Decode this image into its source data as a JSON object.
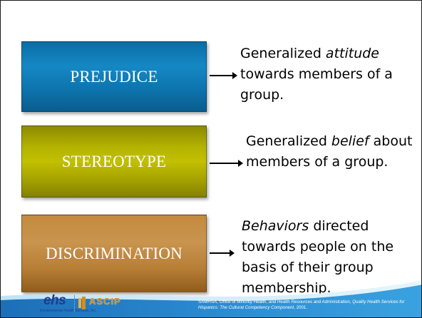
{
  "boxes": [
    {
      "label": "PREJUDICE"
    },
    {
      "label": "STEREOTYPE"
    },
    {
      "label": "DISCRIMINATION"
    }
  ],
  "descriptions": [
    {
      "lead": "Generalized ",
      "em": "attitude",
      "rest": " towards members of a group."
    },
    {
      "lead": "Generalized ",
      "em": "belief",
      "rest": " about members of a group."
    },
    {
      "lead": "",
      "em": "Behaviors",
      "rest": " directed towards people on the basis of their group membership."
    }
  ],
  "footer": {
    "logo_ehs": "ehs",
    "logo_ehs_sub": "Environmental Health Services, Inc.",
    "logo_ascip": "ASCIP",
    "citation_plain": "SAMHSA, Office of Minority Health, and Health Resources and Administration, ",
    "citation_em": "Quality Health Services for Hispanics: The Cultural Competency Component",
    "citation_tail": ", 2001."
  },
  "colors": {
    "prejudice_box": "#1588c4",
    "stereotype_box": "#b4b300",
    "discrimination_box": "#c9944e",
    "footer_wave": "#2a8ad0"
  }
}
